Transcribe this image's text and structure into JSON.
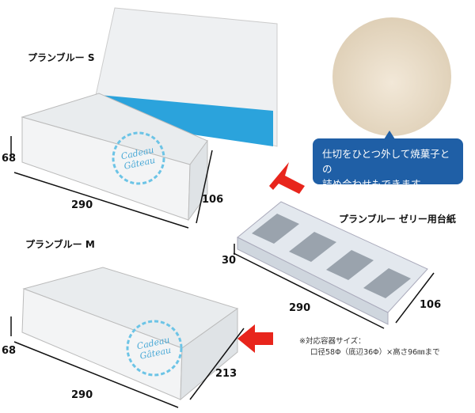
{
  "products": {
    "s": {
      "label": "プランブルー S",
      "length": "290",
      "width": "106",
      "height": "68"
    },
    "m": {
      "label": "プランブルー M",
      "length": "290",
      "width": "213",
      "height": "68"
    },
    "jelly": {
      "label": "プランブルー ゼリー用台紙",
      "length": "290",
      "width": "106",
      "height": "30"
    }
  },
  "callout": {
    "line1": "仕切をひとつ外して焼菓子との",
    "line2": "詰め合わせもできます。"
  },
  "note": {
    "line1": "※対応容器サイズ：",
    "line2": "口径58Φ（底辺36Φ）×高さ96㎜まで"
  },
  "box_print": "Cadeau Gâteau",
  "colors": {
    "accent": "#1f5fa6",
    "liner": "#2ba3dc",
    "arrow": "#e8251c"
  }
}
